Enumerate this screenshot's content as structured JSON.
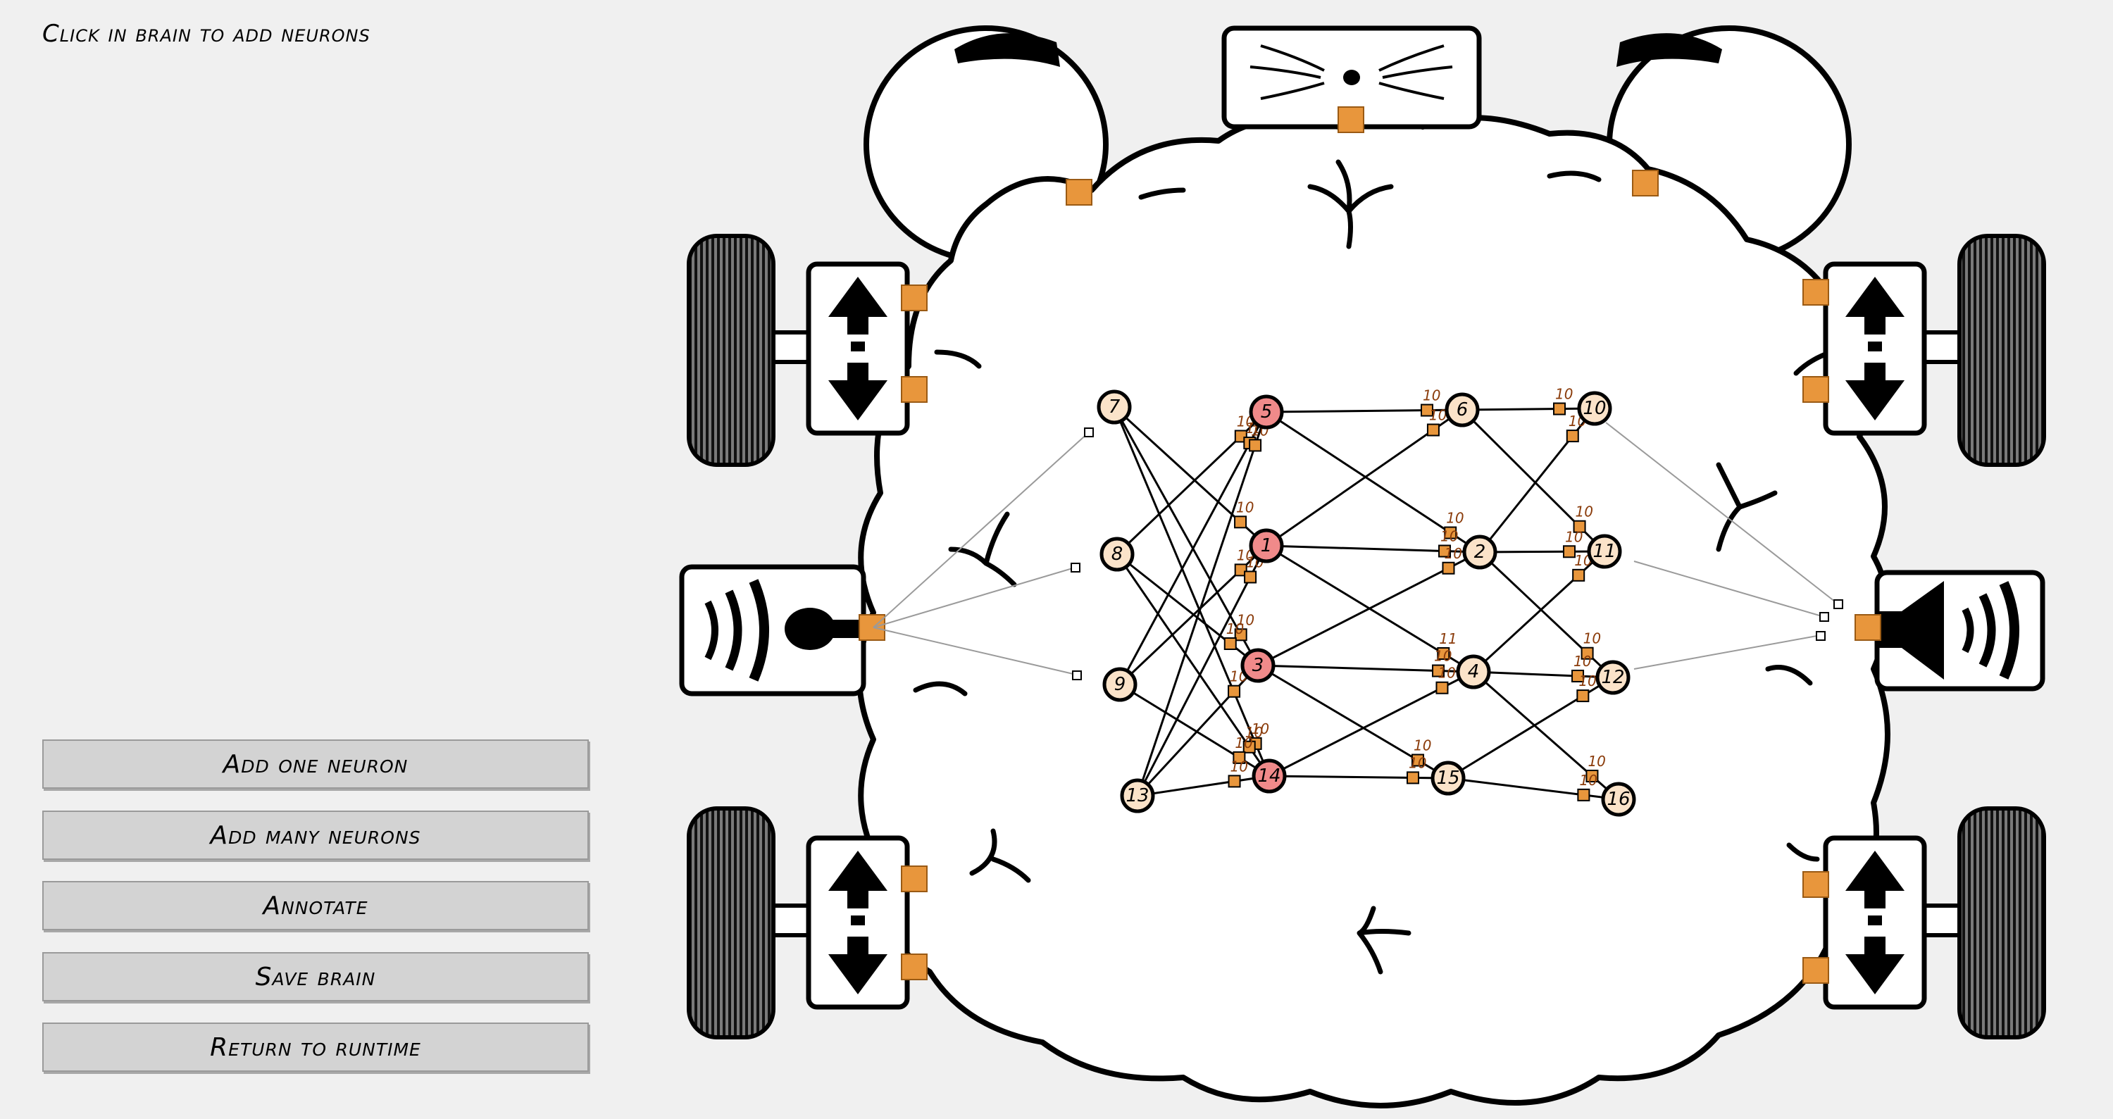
{
  "instruction": "Click in brain to add neurons",
  "buttons": [
    "Add one neuron",
    "Add many neurons",
    "Annotate",
    "Save brain",
    "Return to runtime"
  ],
  "colors": {
    "background": "#f0f0f0",
    "button": "#d3d3d3",
    "neuron_default": "#fbe3c9",
    "neuron_active": "#f08a8a",
    "synapse_port": "#e8963c",
    "weight_text": "#8a3b0a"
  },
  "icons": {
    "camera": "camera-icon",
    "microphone": "microphone-icon",
    "speaker": "speaker-icon",
    "motor": "motor-arrows-icon",
    "wheel": "wheel-icon"
  },
  "neurons": [
    {
      "id": "1",
      "active": true
    },
    {
      "id": "2",
      "active": false
    },
    {
      "id": "3",
      "active": true
    },
    {
      "id": "4",
      "active": false
    },
    {
      "id": "5",
      "active": true
    },
    {
      "id": "6",
      "active": false
    },
    {
      "id": "7",
      "active": false
    },
    {
      "id": "8",
      "active": false
    },
    {
      "id": "9",
      "active": false
    },
    {
      "id": "10",
      "active": false
    },
    {
      "id": "11",
      "active": false
    },
    {
      "id": "12",
      "active": false
    },
    {
      "id": "13",
      "active": false
    },
    {
      "id": "14",
      "active": true
    },
    {
      "id": "15",
      "active": false
    },
    {
      "id": "16",
      "active": false
    }
  ],
  "connections": [
    [
      "7",
      "3"
    ],
    [
      "7",
      "14"
    ],
    [
      "7",
      "1"
    ],
    [
      "8",
      "5"
    ],
    [
      "8",
      "3"
    ],
    [
      "8",
      "14"
    ],
    [
      "9",
      "5"
    ],
    [
      "9",
      "1"
    ],
    [
      "9",
      "14"
    ],
    [
      "13",
      "5"
    ],
    [
      "13",
      "1"
    ],
    [
      "13",
      "3"
    ],
    [
      "13",
      "14"
    ],
    [
      "5",
      "6"
    ],
    [
      "5",
      "2"
    ],
    [
      "1",
      "6"
    ],
    [
      "1",
      "2"
    ],
    [
      "1",
      "4"
    ],
    [
      "3",
      "2"
    ],
    [
      "3",
      "4"
    ],
    [
      "3",
      "15"
    ],
    [
      "14",
      "15"
    ],
    [
      "14",
      "4"
    ],
    [
      "6",
      "10"
    ],
    [
      "6",
      "11"
    ],
    [
      "2",
      "10"
    ],
    [
      "2",
      "11"
    ],
    [
      "2",
      "12"
    ],
    [
      "4",
      "11"
    ],
    [
      "4",
      "12"
    ],
    [
      "4",
      "16"
    ],
    [
      "15",
      "12"
    ],
    [
      "15",
      "16"
    ]
  ],
  "weights": [
    "10",
    "10",
    "10",
    "10",
    "10",
    "10",
    "10",
    "10",
    "10",
    "10",
    "10",
    "10",
    "10",
    "10",
    "10",
    "10",
    "10",
    "11",
    "10",
    "10",
    "10",
    "10",
    "10",
    "10",
    "10",
    "10",
    "10",
    "10",
    "10",
    "10",
    "10",
    "10",
    "10"
  ]
}
